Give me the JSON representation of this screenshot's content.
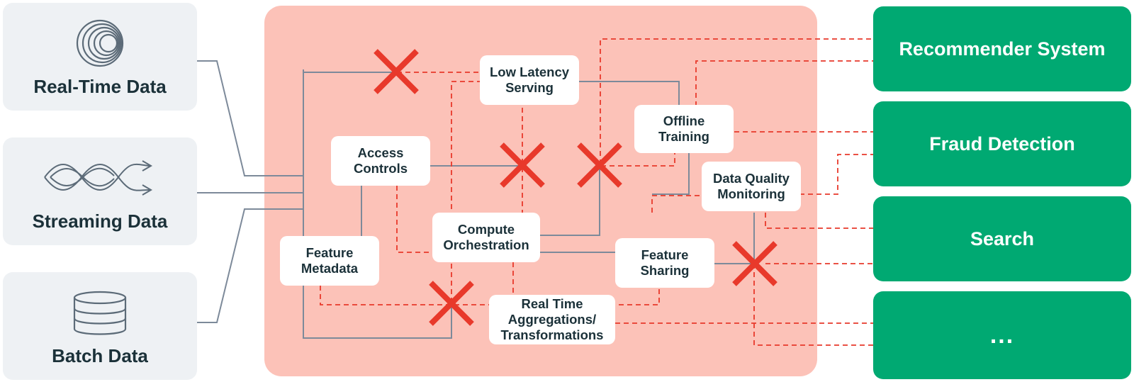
{
  "sources": [
    {
      "label": "Real-Time Data",
      "icon": "spiral-rings-icon"
    },
    {
      "label": "Streaming Data",
      "icon": "streaming-waves-icon"
    },
    {
      "label": "Batch Data",
      "icon": "database-icon"
    }
  ],
  "components": {
    "low_latency": "Low Latency\nServing",
    "offline_training": "Offline\nTraining",
    "access_controls": "Access\nControls",
    "data_quality": "Data Quality\nMonitoring",
    "compute": "Compute\nOrchestration",
    "feature_metadata": "Feature\nMetadata",
    "feature_sharing": "Feature\nSharing",
    "real_time_agg": "Real Time\nAggregations/\nTransformations"
  },
  "destinations": [
    {
      "label": "Recommender System"
    },
    {
      "label": "Fraud Detection"
    },
    {
      "label": "Search"
    },
    {
      "label": "..."
    }
  ],
  "colors": {
    "source_bg": "#eef1f4",
    "hub_bg": "#fcc2b8",
    "dest_bg": "#00a972",
    "solid_line": "#7d8a9a",
    "dashed_line": "#e8392b",
    "cross": "#e8392b",
    "text_dark": "#1b3139"
  },
  "broken_link_marker": "cross-icon"
}
